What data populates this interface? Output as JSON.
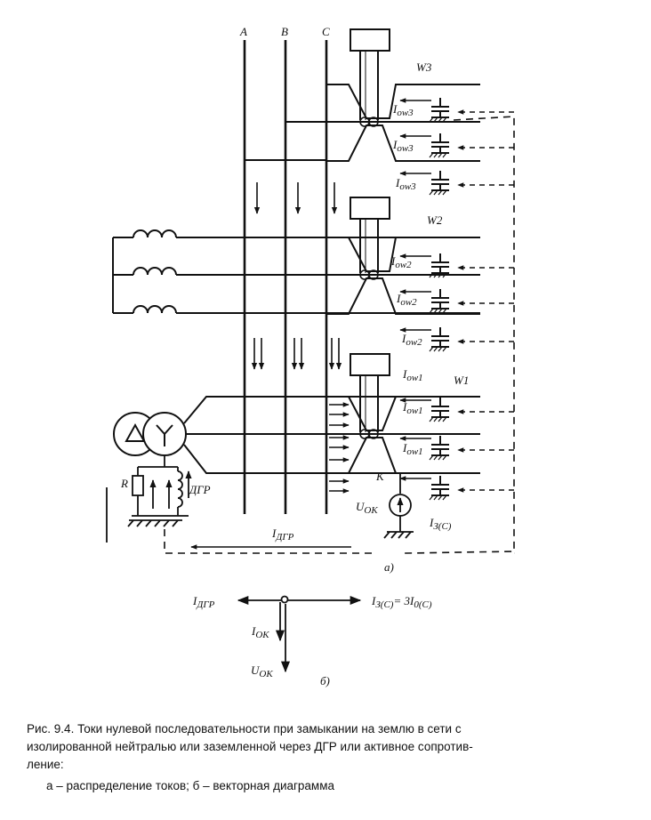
{
  "labels": {
    "phase_a": "A",
    "phase_b": "B",
    "phase_c": "C",
    "feeder_w3": "W3",
    "feeder_w2": "W2",
    "feeder_w1": "W1",
    "i_ow3": "I",
    "i_ow3_sub": "ow3",
    "i_ow2": "I",
    "i_ow2_sub": "ow2",
    "i_ow1": "I",
    "i_ow1_sub": "ow1",
    "resistor": "R",
    "dgr_coil": "ДГР",
    "fault_point": "K",
    "source_u": "U",
    "source_u_sub": "ОК",
    "i_fault": "I",
    "i_fault_sub": "З(С)",
    "i_dgr": "I",
    "i_dgr_sub": "ДГР",
    "part_a": "а)",
    "part_b": "б)",
    "vec_i_dgr": "I",
    "vec_i_dgr_sub": "ДГР",
    "vec_i_fault": "I",
    "vec_i_fault_sub": "З(С)",
    "vec_eq": "= 3I",
    "vec_eq_sub": "0(С)",
    "vec_i_ok": "I",
    "vec_i_ok_sub": "ОК",
    "vec_u_ok": "U",
    "vec_u_ok_sub": "ОК"
  },
  "caption": {
    "line1": "Рис. 9.4. Токи нулевой последовательности при замыкании на землю в сети с",
    "line2": "изолированной нейтралью или заземленной через ДГР или активное сопротив-",
    "line3": "ление:",
    "line4": "а – распределение токов; б – векторная диаграмма"
  },
  "colors": {
    "ink": "#111111",
    "paper": "#ffffff"
  }
}
